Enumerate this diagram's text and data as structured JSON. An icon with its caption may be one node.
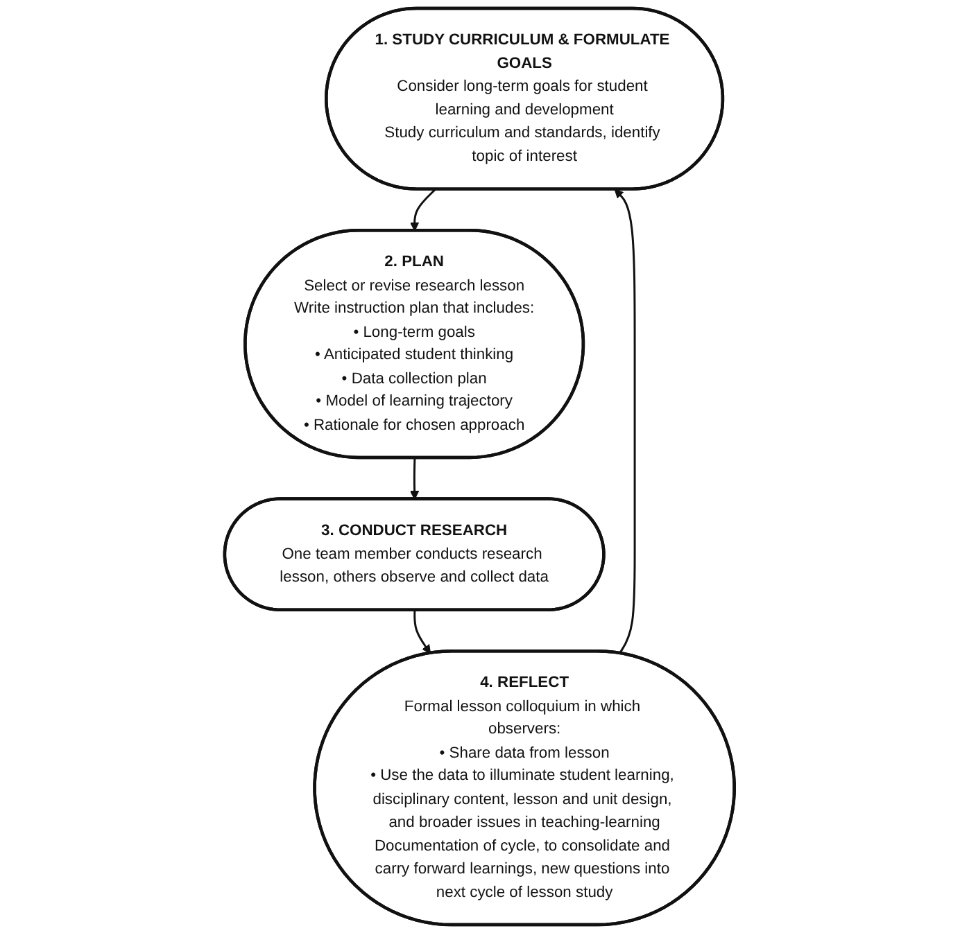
{
  "diagram": {
    "nodes": [
      {
        "text": [
          "1. STUDY CURRICULUM & FORMULATE GOALS",
          "Consider long-term goals for student learning and development",
          "Study curriculum and standards, identify topic of interest"
        ]
      },
      {
        "text": [
          "2. PLAN",
          "Select or revise research lesson",
          "Write instruction plan that includes:",
          "• Long-term goals",
          "• Anticipated student thinking",
          "• Data collection plan",
          "• Model of learning trajectory",
          "• Rationale for chosen approach"
        ]
      },
      {
        "text": [
          "3. CONDUCT RESEARCH",
          "One team member conducts research lesson, others observe and collect data"
        ]
      },
      {
        "text": [
          "4. REFLECT",
          "Formal lesson colloquium in which observers:",
          "• Share data from lesson",
          "• Use the data to illuminate student learning, disciplinary content, lesson and unit design, and broader issues in teaching-learning",
          "Documentation of cycle, to consolidate and carry forward learnings, new questions into next cycle of lesson study"
        ]
      }
    ],
    "edges": [
      {
        "from": 0,
        "to": 1,
        "arrow": "to"
      },
      {
        "from": 1,
        "to": 2,
        "arrow": "to"
      },
      {
        "from": 2,
        "to": 3,
        "arrow": "to"
      },
      {
        "from": 3,
        "to": 0,
        "arrow": "to"
      }
    ]
  }
}
